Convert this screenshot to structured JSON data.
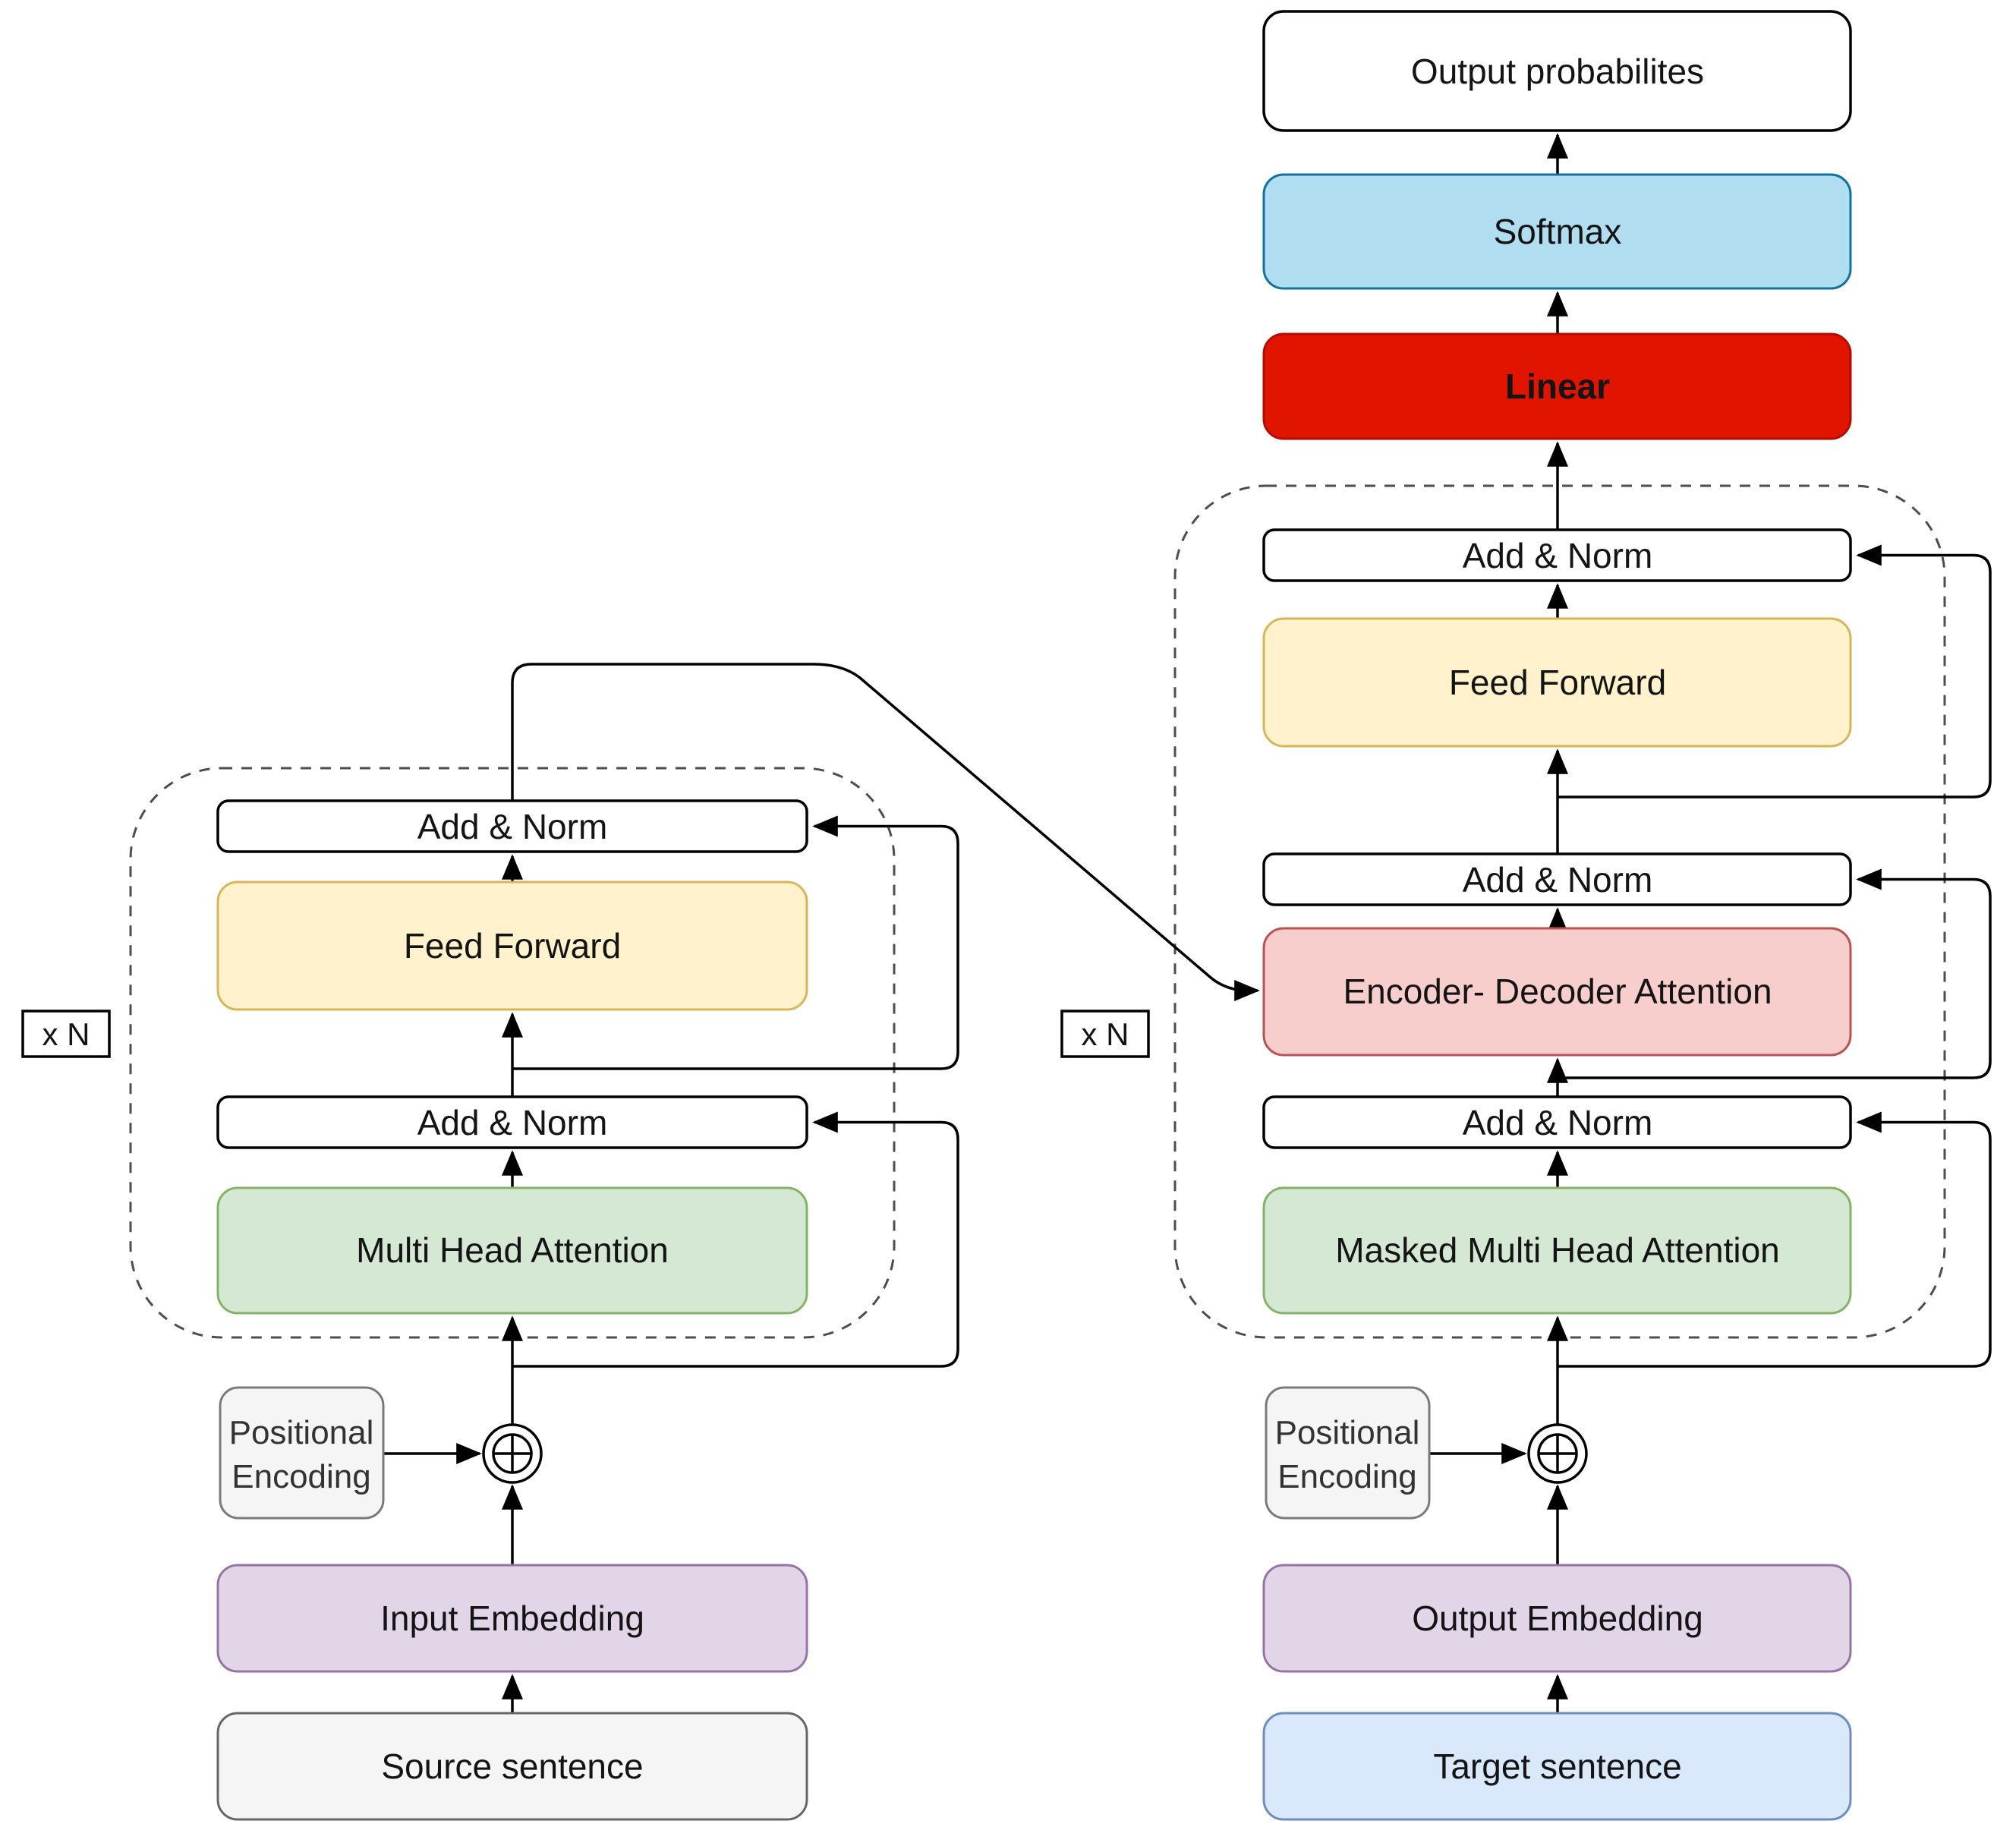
{
  "diagram": {
    "kind": "transformer-encoder-decoder-architecture",
    "colors": {
      "line": "#000000",
      "dashed_border": "#4d4d4d",
      "background": "#ffffff"
    },
    "encoder": {
      "repeat_label": "x N",
      "blocks": {
        "source_sentence": {
          "label": "Source sentence",
          "fill": "#f5f5f5",
          "stroke": "#666666"
        },
        "input_embedding": {
          "label": "Input Embedding",
          "fill": "#e1d5e7",
          "stroke": "#9673a6"
        },
        "positional_encoding": {
          "line1": "Positional",
          "line2": "Encoding",
          "fill": "#f5f5f5",
          "stroke": "#7a7a7a"
        },
        "multi_head_attention": {
          "label": "Multi Head Attention",
          "fill": "#d5e8d4",
          "stroke": "#82b366"
        },
        "add_norm_1": {
          "label": "Add & Norm",
          "fill": "#ffffff",
          "stroke": "#000000"
        },
        "feed_forward": {
          "label": "Feed Forward",
          "fill": "#fff2cc",
          "stroke": "#d6b656"
        },
        "add_norm_2": {
          "label": "Add & Norm",
          "fill": "#ffffff",
          "stroke": "#000000"
        }
      }
    },
    "decoder": {
      "repeat_label": "x N",
      "blocks": {
        "target_sentence": {
          "label": "Target sentence",
          "fill": "#dae8fc",
          "stroke": "#6c8ebf"
        },
        "output_embedding": {
          "label": "Output Embedding",
          "fill": "#e1d5e7",
          "stroke": "#9673a6"
        },
        "positional_encoding": {
          "line1": "Positional",
          "line2": "Encoding",
          "fill": "#f5f5f5",
          "stroke": "#7a7a7a"
        },
        "masked_multi_head_attention": {
          "label": "Masked Multi Head Attention",
          "fill": "#d5e8d4",
          "stroke": "#82b366"
        },
        "add_norm_1": {
          "label": "Add & Norm",
          "fill": "#ffffff",
          "stroke": "#000000"
        },
        "encoder_decoder_attention": {
          "label": "Encoder- Decoder Attention",
          "fill": "#f8cecc",
          "stroke": "#b85450"
        },
        "add_norm_2": {
          "label": "Add & Norm",
          "fill": "#ffffff",
          "stroke": "#000000"
        },
        "feed_forward": {
          "label": "Feed Forward",
          "fill": "#fff2cc",
          "stroke": "#d6b656"
        },
        "add_norm_3": {
          "label": "Add & Norm",
          "fill": "#ffffff",
          "stroke": "#000000"
        },
        "linear": {
          "label": "Linear",
          "fill": "#e11400",
          "stroke": "#b30d00",
          "text_color": "#ffffff"
        },
        "softmax": {
          "label": "Softmax",
          "fill": "#b1ddf0",
          "stroke": "#10739e"
        },
        "output_probabilities": {
          "label": "Output probabilites",
          "fill": "#ffffff",
          "stroke": "#000000"
        }
      }
    }
  }
}
